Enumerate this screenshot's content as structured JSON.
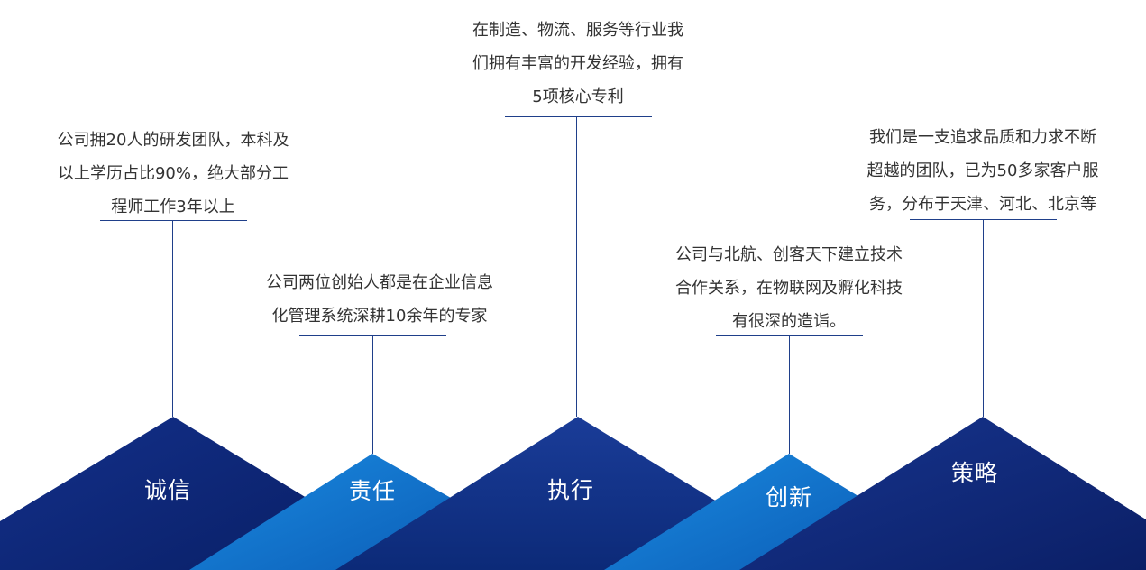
{
  "values": [
    {
      "label": "诚信",
      "lines": [
        "公司拥20人的研发团队，本科及",
        "以上学历占比90%，绝大部分工",
        "程师工作3年以上"
      ]
    },
    {
      "label": "责任",
      "lines": [
        "公司两位创始人都是在企业信息",
        "化管理系统深耕10余年的专家"
      ]
    },
    {
      "label": "执行",
      "lines": [
        "在制造、物流、服务等行业我",
        "们拥有丰富的开发经验，拥有",
        "5项核心专利"
      ]
    },
    {
      "label": "创新",
      "lines": [
        "公司与北航、创客天下建立技术",
        "合作关系，在物联网及孵化科技",
        "有很深的造诣。"
      ]
    },
    {
      "label": "策略",
      "lines": [
        "我们是一支追求品质和力求不断",
        "超越的团队，已为50多家客户服",
        "务，分布于天津、河北、北京等"
      ]
    }
  ],
  "colors": {
    "dark_blue": "#0d2a7a",
    "mid_blue": "#1a3f9c",
    "light_blue": "#1677d2",
    "text": "#333333",
    "line": "#1f3f8a"
  }
}
